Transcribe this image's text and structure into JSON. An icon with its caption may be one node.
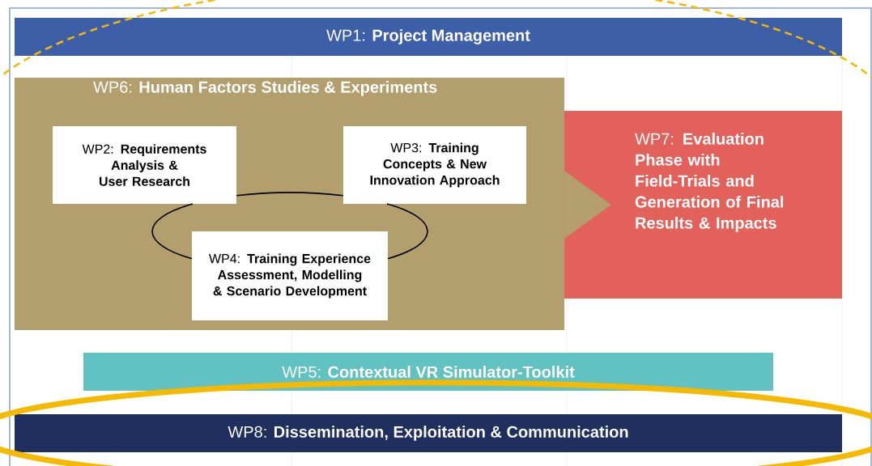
{
  "diagram": {
    "nodes": [
      {
        "text": [
          "WP1: **Project Management**"
        ]
      },
      {
        "text": [
          "WP6: **Human Factors Studies & Experiments**"
        ]
      },
      {
        "text": [
          "WP2: **Requirements Analysis & User Research**"
        ],
        "in": 1
      },
      {
        "text": [
          "WP3: **Training Concepts & New Innovation Approach**"
        ],
        "in": 1
      },
      {
        "text": [
          "WP4: **Training Experience Assessment, Modelling & Scenario Development**"
        ],
        "in": 1
      },
      {
        "text": [
          "WP7: **Evaluation Phase with Field-Trials and Generation of Final Results & Impacts**"
        ]
      },
      {
        "text": [
          "WP5: **Contextual VR Simulator-Toolkit**"
        ]
      },
      {
        "text": [
          "WP8: **Dissemination, Exploitation & Communication**"
        ]
      }
    ],
    "edges": [
      {
        "from": 2,
        "to": 3,
        "arrow": "none"
      },
      {
        "from": 3,
        "to": 4,
        "arrow": "none"
      },
      {
        "from": 4,
        "to": 2,
        "arrow": "none"
      },
      {
        "from": 1,
        "to": 5,
        "arrow": "to"
      }
    ]
  }
}
